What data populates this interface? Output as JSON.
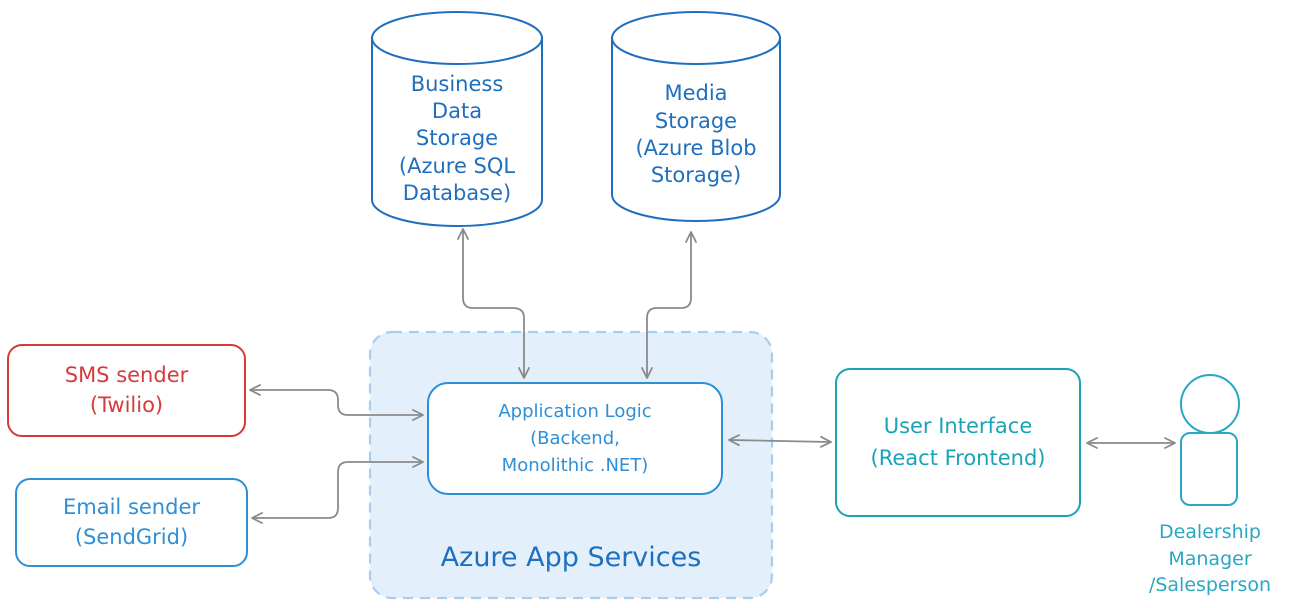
{
  "nodes": {
    "sql_db": {
      "label": "Business\nData\nStorage\n(Azure SQL\nDatabase)",
      "kind": "database",
      "color": "#1f6fbf"
    },
    "blob": {
      "label": "Media\nStorage\n(Azure Blob\nStorage)",
      "kind": "database",
      "color": "#1f6fbf"
    },
    "app_services": {
      "label": "Azure App Services",
      "kind": "group",
      "color": "#9ec6ea"
    },
    "app_logic": {
      "label": "Application Logic\n(Backend,\nMonolithic .NET)",
      "kind": "process",
      "color": "#2f8fd6"
    },
    "sms": {
      "label": "SMS sender\n(Twilio)",
      "kind": "external",
      "color": "#d63a3a"
    },
    "email": {
      "label": "Email sender\n(SendGrid)",
      "kind": "external",
      "color": "#2f8fd6"
    },
    "ui": {
      "label": "User Interface\n(React Frontend)",
      "kind": "frontend",
      "color": "#1aa3b8"
    },
    "user": {
      "label": "Dealership\nManager\n/Salesperson",
      "kind": "actor",
      "color": "#2aa7c4"
    }
  },
  "edges": [
    {
      "from": "app_logic",
      "to": "sql_db",
      "direction": "bidirectional"
    },
    {
      "from": "app_logic",
      "to": "blob",
      "direction": "bidirectional"
    },
    {
      "from": "app_logic",
      "to": "sms",
      "direction": "bidirectional"
    },
    {
      "from": "app_logic",
      "to": "email",
      "direction": "bidirectional"
    },
    {
      "from": "app_logic",
      "to": "ui",
      "direction": "bidirectional"
    },
    {
      "from": "ui",
      "to": "user",
      "direction": "bidirectional"
    }
  ],
  "colors": {
    "edge": "#8a8a8a",
    "group_fill": "#e3f0fc",
    "group_stroke": "#a9cdee"
  }
}
